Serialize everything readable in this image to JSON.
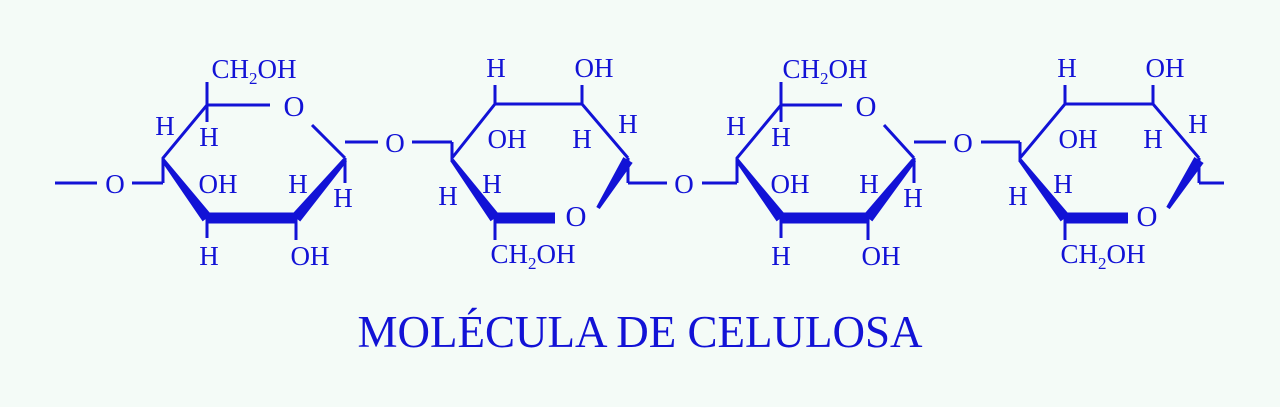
{
  "colors": {
    "ink": "#1212d6",
    "background": "#f4fbf7"
  },
  "title": "MOLÉCULA DE CELULOSA",
  "units": [
    {
      "o_label": "O",
      "ring_o_label": "O",
      "ch2oh_main": "CH",
      "ch2oh_sub": "2",
      "ch2oh_tail": "OH",
      "oh_a": "OH",
      "oh_b": "OH",
      "h_labels": [
        "H",
        "H",
        "H",
        "H",
        "H"
      ]
    },
    {
      "o_label": "O",
      "ring_o_label": "O",
      "ch2oh_main": "CH",
      "ch2oh_sub": "2",
      "ch2oh_tail": "OH",
      "oh_a": "OH",
      "oh_b": "OH",
      "h_labels": [
        "H",
        "H",
        "H",
        "H",
        "H"
      ]
    },
    {
      "o_label": "O",
      "ring_o_label": "O",
      "ch2oh_main": "CH",
      "ch2oh_sub": "2",
      "ch2oh_tail": "OH",
      "oh_a": "OH",
      "oh_b": "OH",
      "h_labels": [
        "H",
        "H",
        "H",
        "H",
        "H"
      ]
    },
    {
      "o_label": "O",
      "ring_o_label": "O",
      "ch2oh_main": "CH",
      "ch2oh_sub": "2",
      "ch2oh_tail": "OH",
      "oh_a": "OH",
      "oh_b": "OH",
      "h_labels": [
        "H",
        "H",
        "H",
        "H",
        "H"
      ]
    }
  ]
}
